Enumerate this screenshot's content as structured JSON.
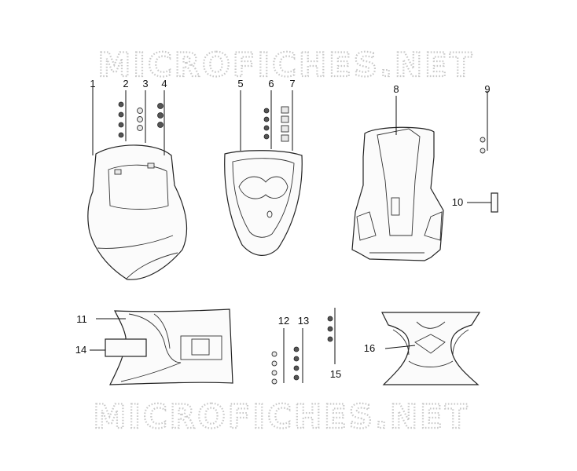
{
  "watermark": {
    "top": "MICROFICHES.NET",
    "bottom": "MICROFICHES.NET"
  },
  "callouts": [
    "1",
    "2",
    "3",
    "4",
    "5",
    "6",
    "7",
    "8",
    "9",
    "10",
    "11",
    "12",
    "13",
    "14",
    "15",
    "16"
  ]
}
